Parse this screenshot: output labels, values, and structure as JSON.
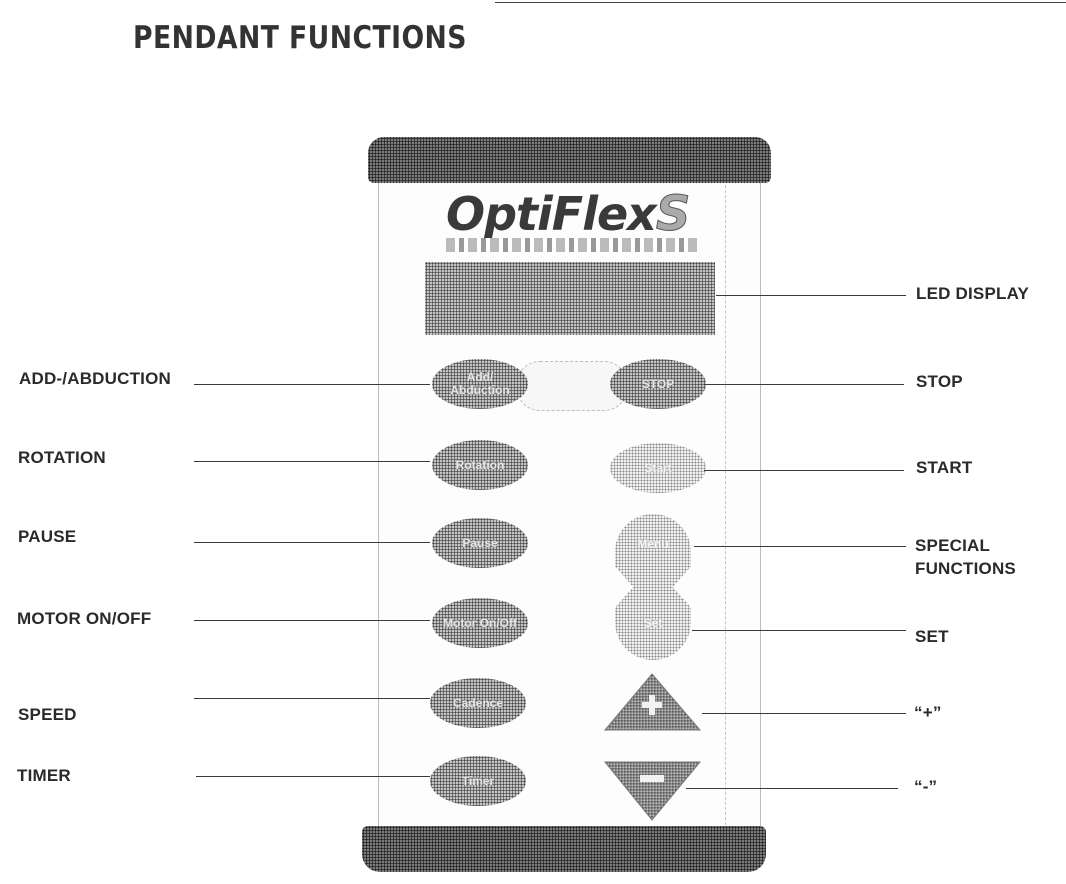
{
  "title": "PENDANT FUNCTIONS",
  "device": {
    "brand": "OptiFlex",
    "brand_suffix": "S"
  },
  "buttons": {
    "add_abduction": "Add/ Abduction",
    "stop": "STOP",
    "rotation": "Rotation",
    "start": "Start",
    "pause": "Pause",
    "special": "Menu",
    "motor": "Motor On/Off",
    "set": "Set",
    "speed": "Cadence",
    "timer": "Timer"
  },
  "callouts": {
    "led_display": "LED DISPLAY",
    "add_abduction": "ADD-/ABDUCTION",
    "stop": "STOP",
    "rotation": "ROTATION",
    "start": "START",
    "pause": "PAUSE",
    "special_line1": "SPECIAL",
    "special_line2": "FUNCTIONS",
    "motor": "MOTOR ON/OFF",
    "set": "SET",
    "speed": "SPEED",
    "plus": "“+”",
    "timer": "TIMER",
    "minus": "“-”"
  },
  "icons": {
    "plus": "plus-icon",
    "minus": "minus-icon"
  },
  "colors": {
    "ink": "#2a2a2a",
    "button_dark": "#9a9a9a",
    "button_light": "#dadada",
    "cap": "#555555"
  }
}
